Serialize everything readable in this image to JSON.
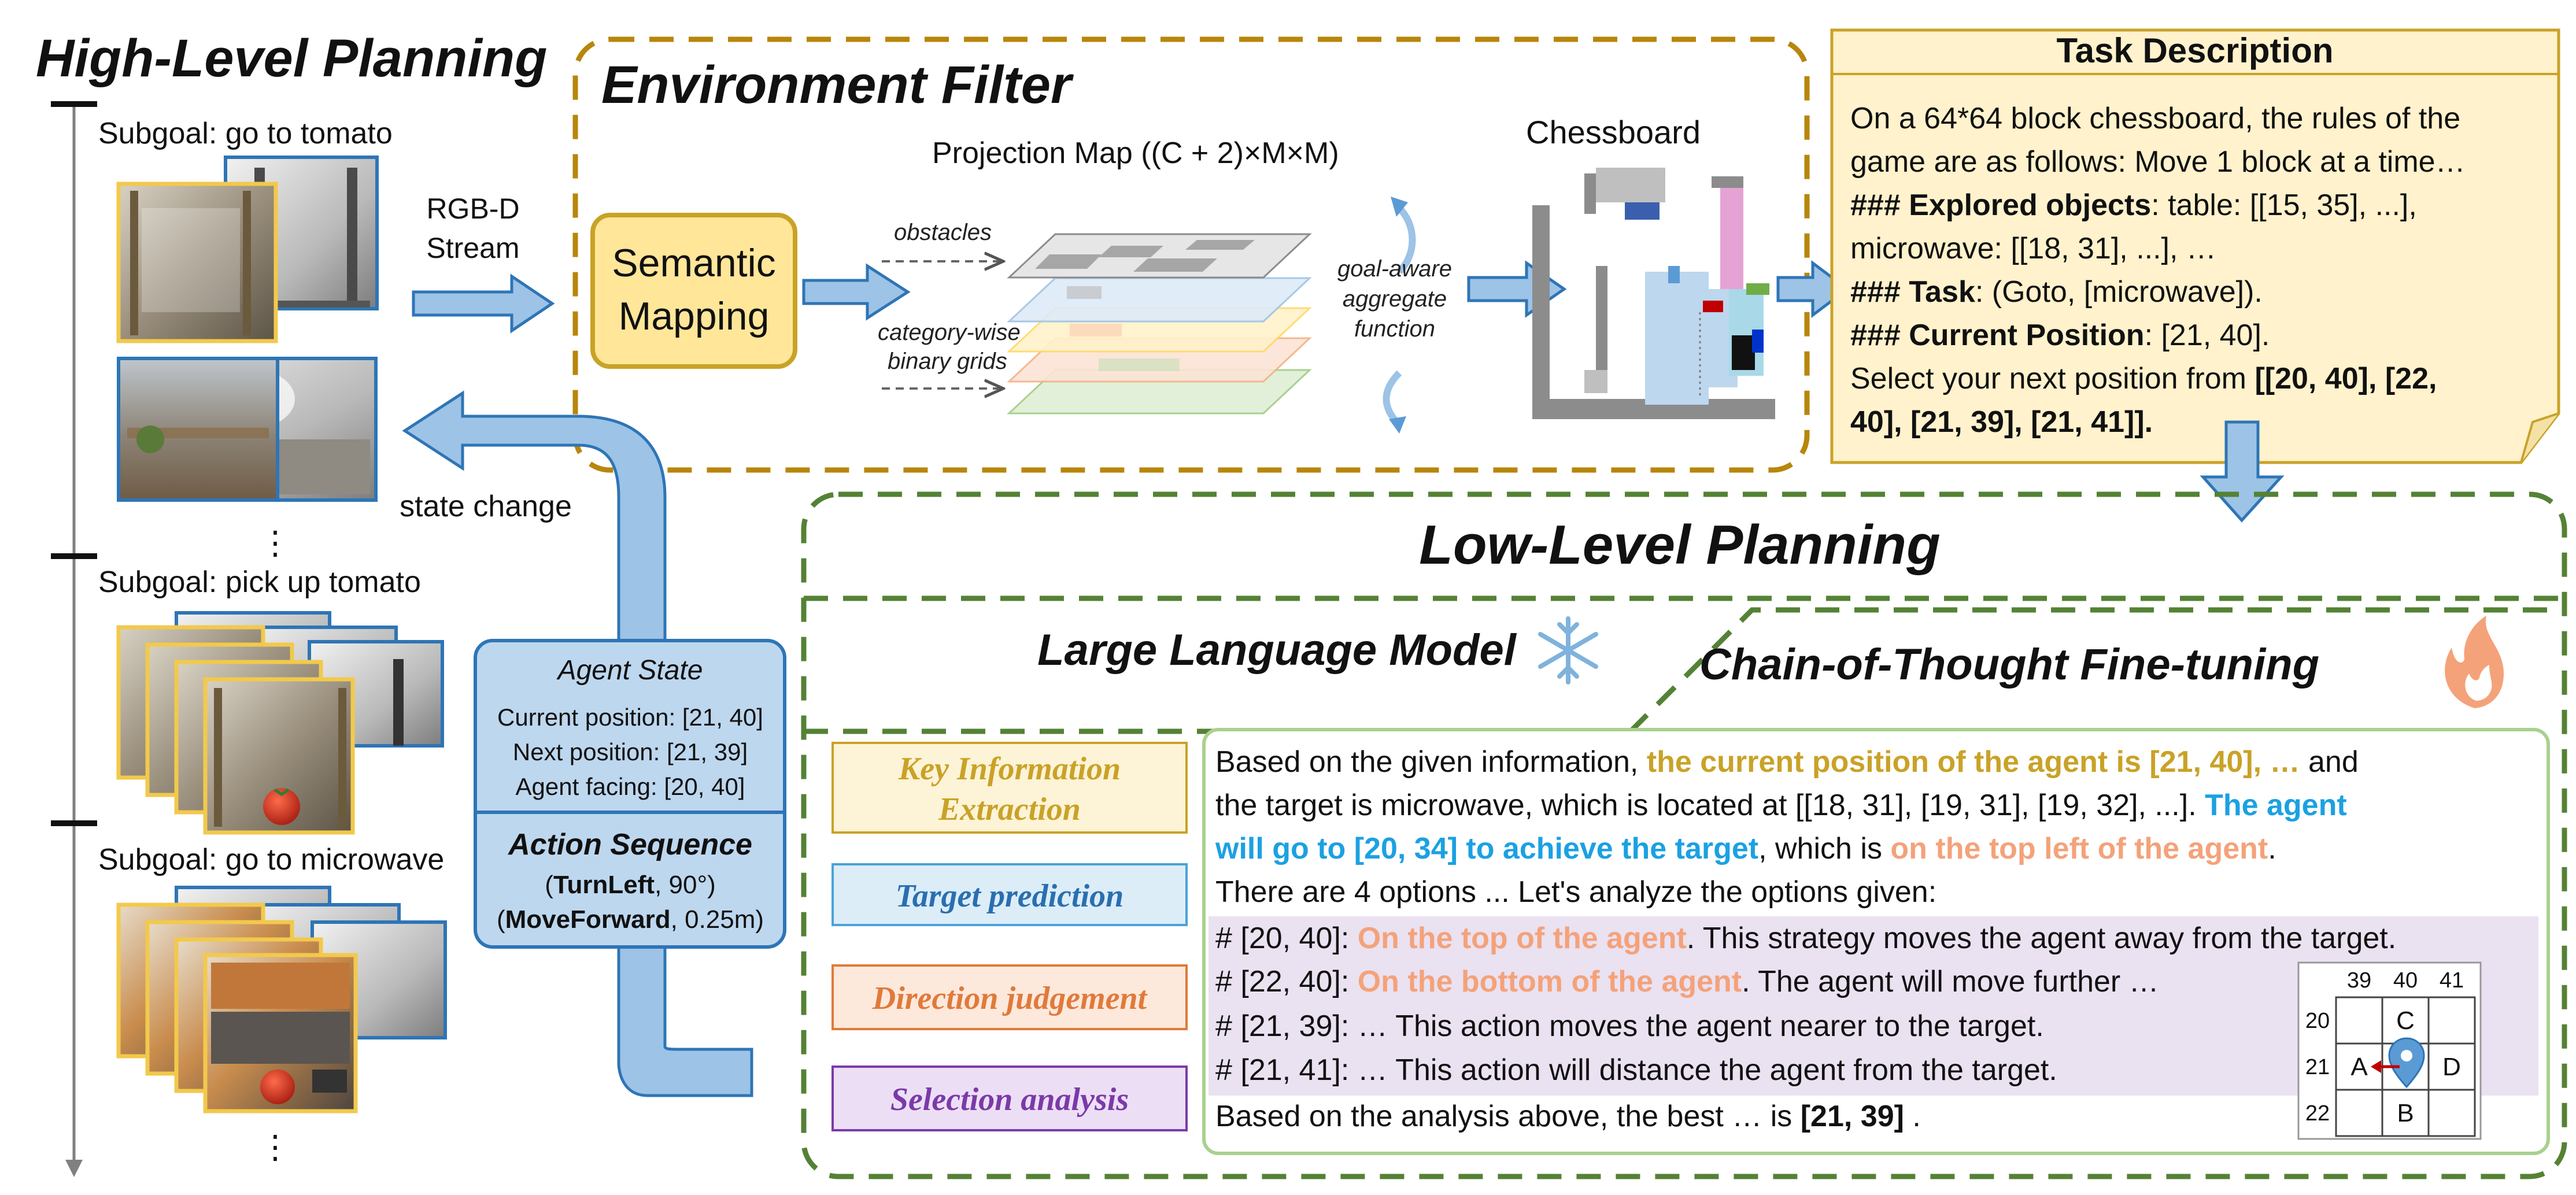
{
  "high_level": {
    "title": "High-Level Planning",
    "subgoals": [
      "Subgoal: go to tomato",
      "Subgoal: pick up tomato",
      "Subgoal: go to microwave"
    ],
    "ellipsis": "⋮"
  },
  "rgbd": {
    "line1": "RGB-D",
    "line2": "Stream"
  },
  "state_change": "state change",
  "env_filter": {
    "title": "Environment Filter",
    "semantic_mapping": {
      "line1": "Semantic",
      "line2": "Mapping"
    },
    "projection_map_label": "Projection Map ((C + 2)×M×M)",
    "obstacles_label": "obstacles",
    "category_label_1": "category-wise",
    "category_label_2": "binary grids",
    "aggregate_1": "goal-aware",
    "aggregate_2": "aggregate",
    "aggregate_3": "function",
    "chessboard_label": "Chessboard"
  },
  "task_description": {
    "title": "Task Description",
    "lines": [
      {
        "parts": [
          {
            "text": "On a 64*64 block chessboard, the rules of the",
            "bold": false
          }
        ]
      },
      {
        "parts": [
          {
            "text": "game are as follows: Move 1 block at a time…",
            "bold": false
          }
        ]
      },
      {
        "parts": [
          {
            "text": "### Explored objects",
            "bold": true
          },
          {
            "text": ": table: [[15, 35], ...],",
            "bold": false
          }
        ]
      },
      {
        "parts": [
          {
            "text": "microwave: [[18, 31], ...], …",
            "bold": false
          }
        ]
      },
      {
        "parts": [
          {
            "text": "### Task",
            "bold": true
          },
          {
            "text": ": (Goto, [microwave]).",
            "bold": false
          }
        ]
      },
      {
        "parts": [
          {
            "text": "### Current Position",
            "bold": true
          },
          {
            "text": ": [21, 40].",
            "bold": false
          }
        ]
      },
      {
        "parts": [
          {
            "text": "Select your next position from ",
            "bold": false
          },
          {
            "text": "[[20, 40], [22,",
            "bold": true
          }
        ]
      },
      {
        "parts": [
          {
            "text": "40], [21, 39], [21, 41]].",
            "bold": true
          }
        ]
      }
    ]
  },
  "agent_state": {
    "title": "Agent State",
    "current": "Current position: [21, 40]",
    "next": "Next position: [21, 39]",
    "facing": "Agent facing: [20, 40]",
    "action_title": "Action Sequence",
    "action1_bold": "TurnLeft",
    "action1_rest": ", 90°)",
    "action2_bold": "MoveForward",
    "action2_rest": ", 0.25m)"
  },
  "low_level": {
    "title": "Low-Level Planning",
    "llm_label": "Large Language Model",
    "cot_label": "Chain-of-Thought Fine-tuning",
    "steps": [
      {
        "label": "Key Information Extraction",
        "line1": "Key Information",
        "line2": "Extraction",
        "color": "#c9a227",
        "fill": "#fdf3d6"
      },
      {
        "label": "Target prediction",
        "color": "#2a6fb0",
        "fill": "#dcedf8"
      },
      {
        "label": "Direction judgement",
        "color": "#e07a3a",
        "fill": "#fde8dc"
      },
      {
        "label": "Selection analysis",
        "color": "#7b3aa8",
        "fill": "#ecdff5"
      }
    ]
  },
  "reasoning": {
    "l1a": "Based on the given information, ",
    "l1b": "the current position of the agent is [21, 40], …",
    "l1c": " and",
    "l2": "the target is microwave, which is located at [[18, 31], [19, 31], [19, 32], ...].",
    "l2b": " The agent",
    "l3a": "will go to [20, 34] to achieve the target",
    "l3b": ", which is ",
    "l3c": "on the top left of the agent",
    "l3d": ".",
    "l4": "There are 4 options ... Let's analyze the options given:",
    "l5a": "# [20, 40]: ",
    "l5b": "On the top of the agent",
    "l5c": ". This strategy moves the agent away from the target.",
    "l6a": "# [22, 40]: ",
    "l6b": "On the bottom of the agent",
    "l6c": ". The agent will move further …",
    "l7": "# [21, 39]: … This action moves the agent nearer to the target.",
    "l8": "# [21, 41]: … This action will distance the agent from the target.",
    "l9a": "Based on the analysis above, the best … is ",
    "l9b": "[21, 39]",
    "l9c": " ."
  },
  "grid": {
    "col_labels": [
      "39",
      "40",
      "41"
    ],
    "row_labels": [
      "20",
      "21",
      "22"
    ],
    "cell_c": "C",
    "cell_a": "A",
    "cell_d": "D",
    "cell_b": "B"
  },
  "colors": {
    "gold": "#b8860b",
    "green": "#548235",
    "blue_arrow": "#5b9bd5",
    "highlight_yellow": "#c9a227",
    "highlight_blue": "#1ba1e2",
    "highlight_orange": "#f4a27a"
  }
}
